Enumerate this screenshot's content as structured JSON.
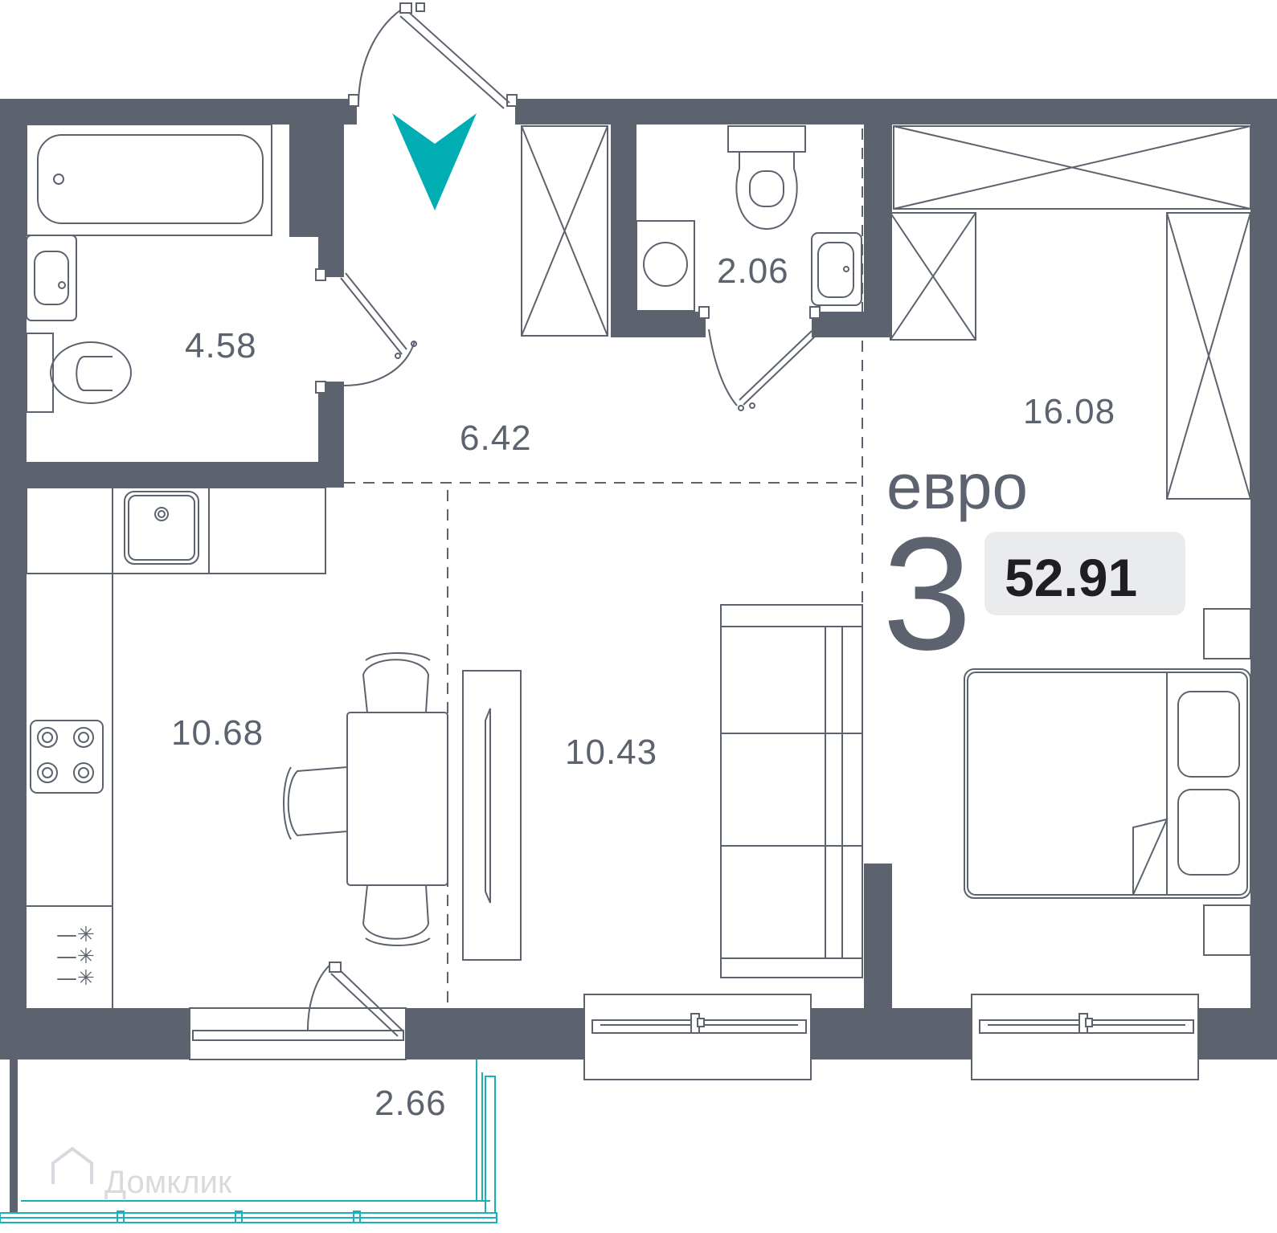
{
  "plan": {
    "room_type": "евро",
    "room_count": "3",
    "total_area": "52.91",
    "watermark": "Домклик",
    "accent_color": "#19b1b8",
    "wall_color": "#5d636e",
    "rooms": [
      {
        "id": "bathroom",
        "area": "4.58"
      },
      {
        "id": "hallway",
        "area": "6.42"
      },
      {
        "id": "wc",
        "area": "2.06"
      },
      {
        "id": "bedroom",
        "area": "16.08"
      },
      {
        "id": "kitchen",
        "area": "10.68"
      },
      {
        "id": "living",
        "area": "10.43"
      },
      {
        "id": "balcony",
        "area": "2.66"
      }
    ]
  }
}
